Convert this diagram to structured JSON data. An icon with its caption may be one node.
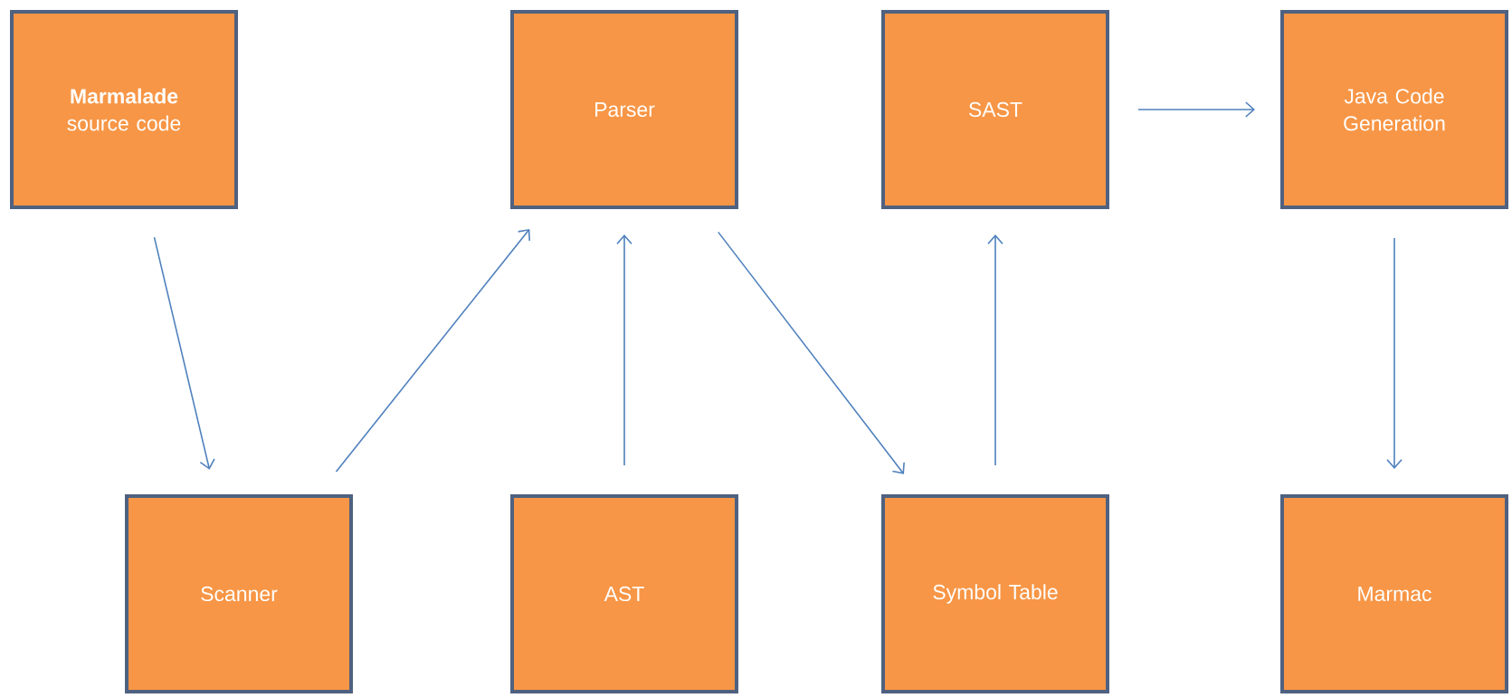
{
  "diagram": {
    "nodes": [
      {
        "text": [
          "**Marmalade** source code"
        ]
      },
      {
        "text": [
          "Scanner"
        ]
      },
      {
        "text": [
          "Parser"
        ]
      },
      {
        "text": [
          "AST"
        ]
      },
      {
        "text": [
          "SAST"
        ]
      },
      {
        "text": [
          "Symbol Table"
        ]
      },
      {
        "text": [
          "Java Code Generation"
        ]
      },
      {
        "text": [
          "Marmac"
        ]
      }
    ],
    "edges": [
      {
        "from": 0,
        "to": 1,
        "arrow": "to"
      },
      {
        "from": 1,
        "to": 2,
        "arrow": "to"
      },
      {
        "from": 3,
        "to": 2,
        "arrow": "to"
      },
      {
        "from": 2,
        "to": 5,
        "arrow": "to"
      },
      {
        "from": 5,
        "to": 4,
        "arrow": "to"
      },
      {
        "from": 4,
        "to": 6,
        "arrow": "to"
      },
      {
        "from": 6,
        "to": 7,
        "arrow": "to"
      }
    ]
  }
}
